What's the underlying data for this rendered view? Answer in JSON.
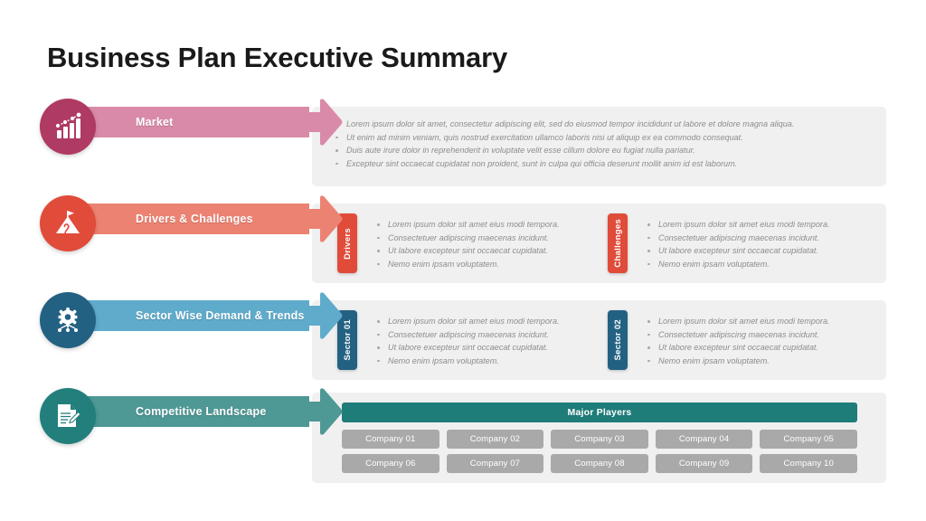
{
  "page": {
    "title": "Business Plan Executive Summary",
    "background": "#ffffff"
  },
  "colors": {
    "market_circle": "#AF3A63",
    "market_arrow": "#D98AA8",
    "drivers_circle": "#E04B3A",
    "drivers_arrow": "#EC8272",
    "sector_circle": "#236183",
    "sector_arrow": "#5FABCB",
    "competitive_circle": "#227F7C",
    "competitive_arrow": "#4E9895",
    "panel_bg": "#f0f0f0",
    "tab_red": "#E04B3A",
    "tab_blue": "#236183",
    "major_players_bar": "#1E7C79",
    "company_chip": "#a9a9a9",
    "bullet_text": "#8d8d8d"
  },
  "rows": [
    {
      "id": "market",
      "label": "Market",
      "icon": "bar-chart-growth-icon",
      "content_type": "bullets",
      "bullets": [
        "Lorem ipsum dolor sit amet, consectetur adipiscing elit, sed do eiusmod tempor incididunt ut labore et dolore magna aliqua.",
        "Ut enim ad minim veniam, quis nostrud exercitation ullamco laboris nisi ut aliquip ex ea commodo consequat.",
        "Duis aute irure dolor in reprehenderit in voluptate velit esse cillum dolore eu fugiat nulla pariatur.",
        "Excepteur sint occaecat cupidatat non proident, sunt in culpa qui officia deserunt mollit anim id est laborum."
      ]
    },
    {
      "id": "drivers-challenges",
      "label": "Drivers & Challenges",
      "icon": "mountain-flag-icon",
      "content_type": "two-column",
      "columns": [
        {
          "tab": "Drivers",
          "bullets": [
            "Lorem ipsum dolor sit amet eius modi tempora.",
            "Consectetuer adipiscing maecenas incidunt.",
            "Ut labore excepteur sint occaecat cupidatat.",
            "Nemo enim ipsam voluptatem."
          ]
        },
        {
          "tab": "Challenges",
          "bullets": [
            "Lorem ipsum dolor sit amet eius modi tempora.",
            "Consectetuer adipiscing maecenas incidunt.",
            "Ut labore excepteur sint occaecat cupidatat.",
            "Nemo enim ipsam voluptatem."
          ]
        }
      ]
    },
    {
      "id": "sector-wise-demand-trends",
      "label": "Sector Wise Demand & Trends",
      "icon": "gear-network-icon",
      "content_type": "two-column",
      "columns": [
        {
          "tab": "Sector 01",
          "bullets": [
            "Lorem ipsum dolor sit amet eius modi tempora.",
            "Consectetuer adipiscing maecenas incidunt.",
            "Ut labore excepteur sint occaecat cupidatat.",
            "Nemo enim ipsam voluptatem."
          ]
        },
        {
          "tab": "Sector 02",
          "bullets": [
            "Lorem ipsum dolor sit amet eius modi tempora.",
            "Consectetuer adipiscing maecenas incidunt.",
            "Ut labore excepteur sint occaecat cupidatat.",
            "Nemo enim ipsam voluptatem."
          ]
        }
      ]
    },
    {
      "id": "competitive-landscape",
      "label": "Competitive Landscape",
      "icon": "document-pencil-icon",
      "content_type": "company-grid",
      "header": "Major Players",
      "companies": [
        "Company 01",
        "Company 02",
        "Company 03",
        "Company 04",
        "Company 05",
        "Company 06",
        "Company 07",
        "Company 08",
        "Company 09",
        "Company 10"
      ]
    }
  ]
}
